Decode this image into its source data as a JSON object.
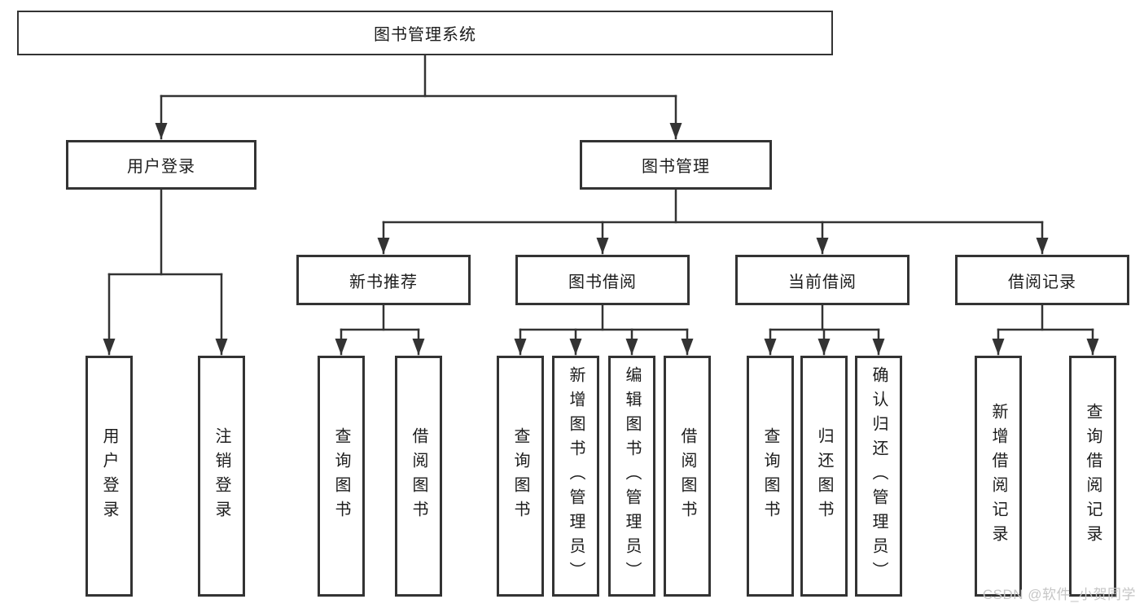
{
  "diagram_title": "图书管理系统",
  "nodes": {
    "root": "图书管理系统",
    "level2": [
      "用户登录",
      "图书管理"
    ],
    "level3": [
      "新书推荐",
      "图书借阅",
      "当前借阅",
      "借阅记录"
    ],
    "level4": {
      "user_login": [
        "用户登录",
        "注销登录"
      ],
      "new_book": [
        "查询图书",
        "借阅图书"
      ],
      "book_borrow": [
        "查询图书",
        "新增图书（管理员）",
        "编辑图书（管理员）",
        "借阅图书"
      ],
      "current_borrow": [
        "查询图书",
        "归还图书",
        "确认归还（管理员）"
      ],
      "borrow_record": [
        "新增借阅记录",
        "查询借阅记录"
      ]
    }
  },
  "watermark": {
    "text": "CSDN @软件_小贺同学"
  },
  "colors": {
    "line": "#333333",
    "text": "#1c1c1c",
    "background": "#ffffff",
    "watermark": "#c6c6c6"
  }
}
